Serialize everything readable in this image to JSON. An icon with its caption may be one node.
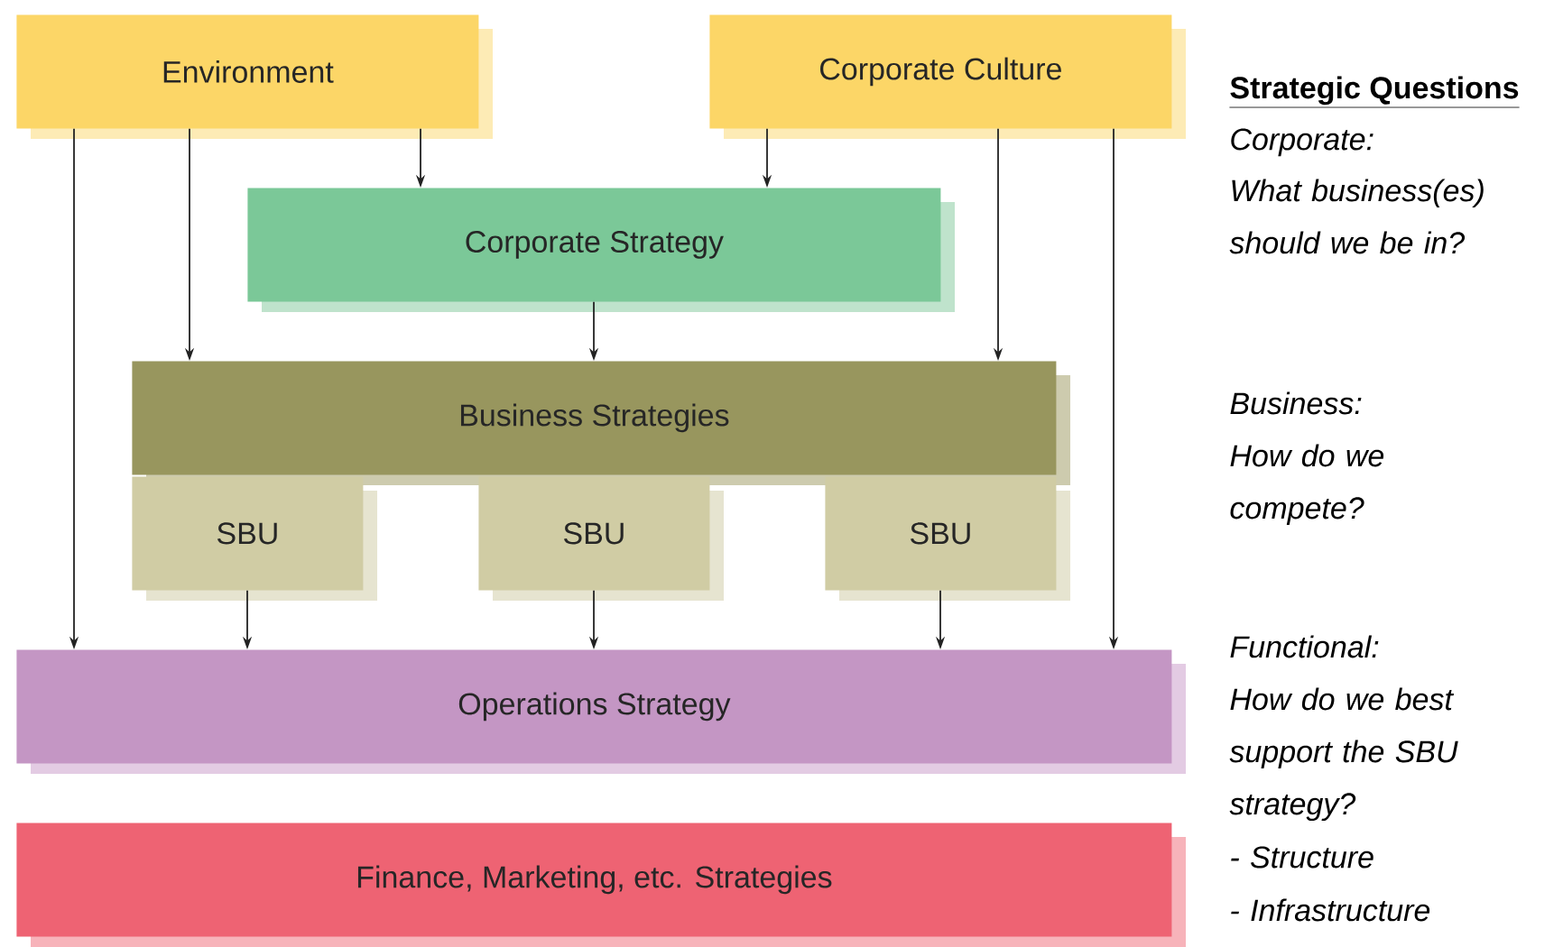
{
  "diagram": {
    "nodes": [
      {
        "text": [
          "Environment"
        ]
      },
      {
        "text": [
          "Corporate Culture"
        ]
      },
      {
        "text": [
          "Corporate Strategy"
        ]
      },
      {
        "text": [
          "Business Strategies"
        ]
      },
      {
        "text": [
          "SBU"
        ]
      },
      {
        "text": [
          "SBU"
        ]
      },
      {
        "text": [
          "SBU"
        ]
      },
      {
        "text": [
          "Operations Strategy"
        ]
      },
      {
        "text": [
          "Finance, Marketing, etc. Strategies"
        ]
      }
    ],
    "edges": [
      {
        "from": 0,
        "to": 7,
        "arrow": "to"
      },
      {
        "from": 0,
        "to": 3,
        "arrow": "to"
      },
      {
        "from": 0,
        "to": 2,
        "arrow": "to"
      },
      {
        "from": 1,
        "to": 2,
        "arrow": "to"
      },
      {
        "from": 1,
        "to": 3,
        "arrow": "to"
      },
      {
        "from": 1,
        "to": 7,
        "arrow": "to"
      },
      {
        "from": 2,
        "to": 3,
        "arrow": "to"
      },
      {
        "from": 4,
        "to": 7,
        "arrow": "to"
      },
      {
        "from": 5,
        "to": 7,
        "arrow": "to"
      },
      {
        "from": 6,
        "to": 7,
        "arrow": "to"
      }
    ],
    "labels": [
      "Strategic Questions",
      "Corporate:",
      "What business(es) should we be in?",
      "Business:",
      "How do we compete?",
      "Functional:",
      "How do we best support the SBU strategy?",
      "- Structure",
      "- Infrastructure"
    ]
  }
}
